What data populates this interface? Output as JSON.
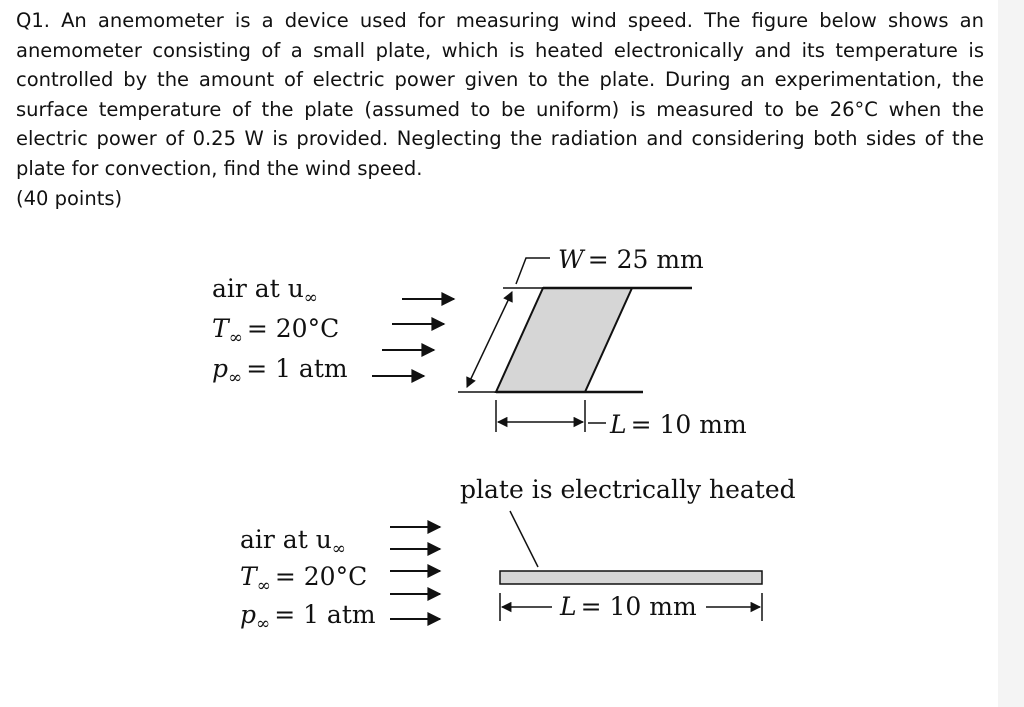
{
  "question": {
    "text": "Q1. An anemometer is a device used for measuring wind speed. The figure below shows an anemometer consisting of a small plate, which is heated electronically and its temperature is controlled by the amount of electric power given to the plate. During an experimentation, the surface temperature of the plate (assumed to be uniform) is measured to be 26°C when the electric power of 0.25 W is provided. Neglecting the radiation and considering both sides of the plate for convection, find the wind speed.",
    "points": "(40 points)"
  },
  "figure_top": {
    "air_label": "air at u",
    "temp_label": "T",
    "temp_value": "= 20°C",
    "pressure_label": "p",
    "pressure_value": "= 1 atm",
    "infinity": "∞",
    "width_var": "W",
    "width_value": "= 25 mm",
    "length_var": "L",
    "length_value": "= 10 mm"
  },
  "figure_bottom": {
    "caption": "plate is electrically heated",
    "air_label": "air at u",
    "temp_label": "T",
    "temp_value": "= 20°C",
    "pressure_label": "p",
    "pressure_value": "= 1 atm",
    "infinity": "∞",
    "length_var": "L",
    "length_value": "= 10 mm"
  }
}
